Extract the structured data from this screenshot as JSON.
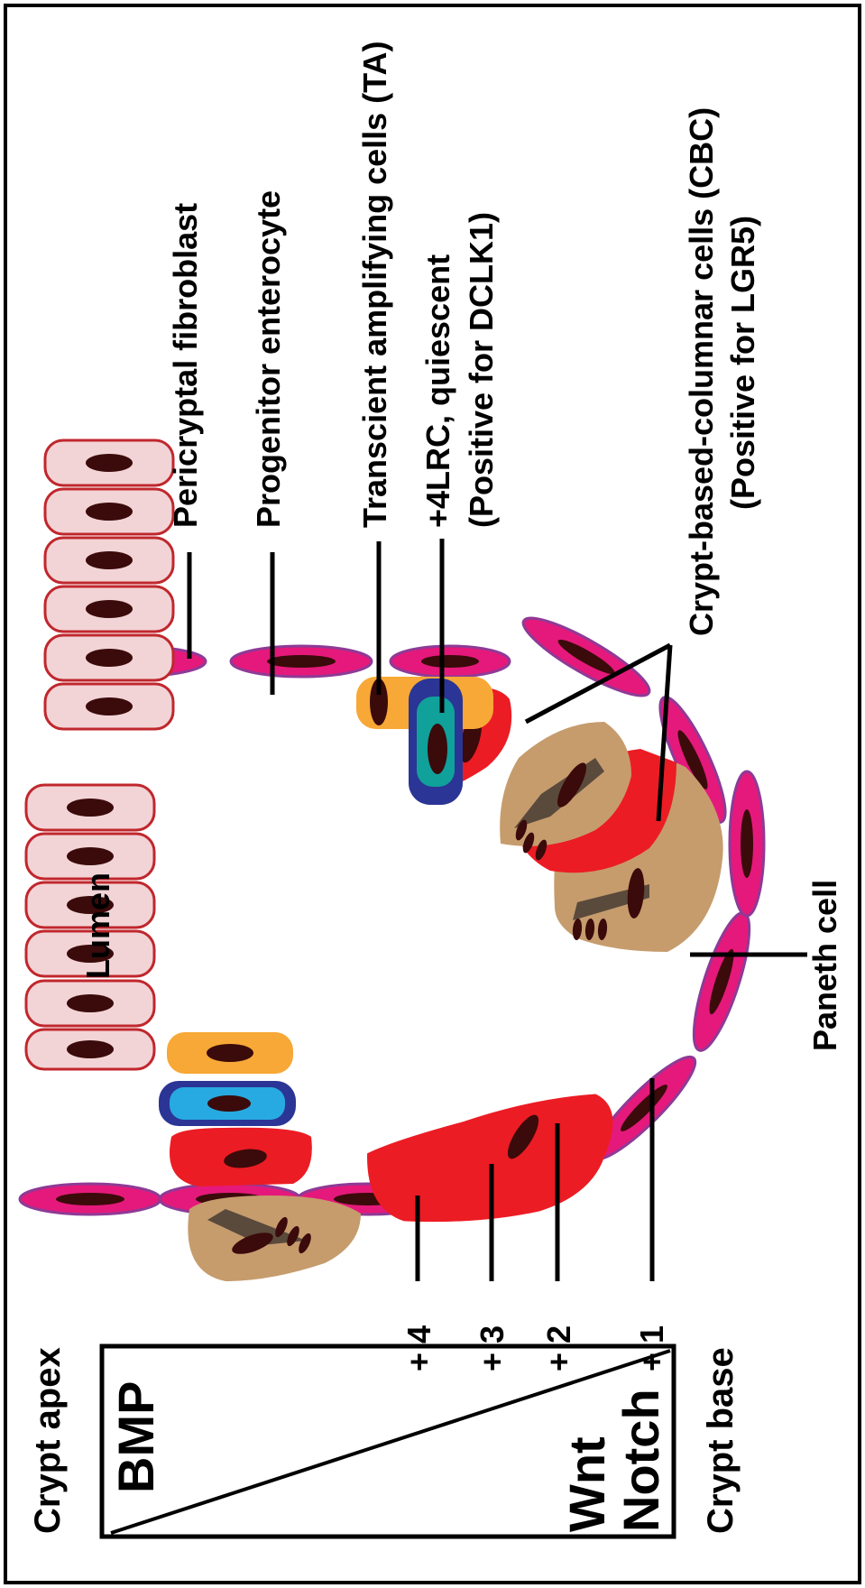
{
  "labels": {
    "crypt_apex": "Crypt apex",
    "crypt_base": "Crypt base",
    "bmp": "BMP",
    "wnt": "Wnt",
    "notch": "Notch",
    "pos4": "+ 4",
    "pos3": "+ 3",
    "pos2": "+ 2",
    "pos1": "+ 1",
    "lumen": "Lumen",
    "paneth": "Paneth cell",
    "pericryptal": "Pericryptal fibroblast",
    "progenitor": "Progenitor enterocyte",
    "ta": "Transcient amplifying cells (TA)",
    "lrc_line1": "+4LRC, quiescent",
    "lrc_line2": "(Positive for DCLK1)",
    "cbc_line1": "Crypt-based-columnar cells (CBC)",
    "cbc_line2": "(Positive for LGR5)"
  },
  "colors": {
    "enterocyte_fill": "#f2d4d6",
    "enterocyte_stroke": "#c0272d",
    "ta_fill": "#f7a836",
    "lrc_outer": "#2b3595",
    "lrc_inner_left": "#27aae1",
    "lrc_inner_right": "#0fa19a",
    "cbc_fill": "#ec1c24",
    "paneth_fill": "#c69c6d",
    "paneth_granule_zone": "#5a4a3c",
    "fibroblast_fill": "#e5197b",
    "fibroblast_stroke": "#8e3a96",
    "nucleus": "#3b0a0a"
  }
}
